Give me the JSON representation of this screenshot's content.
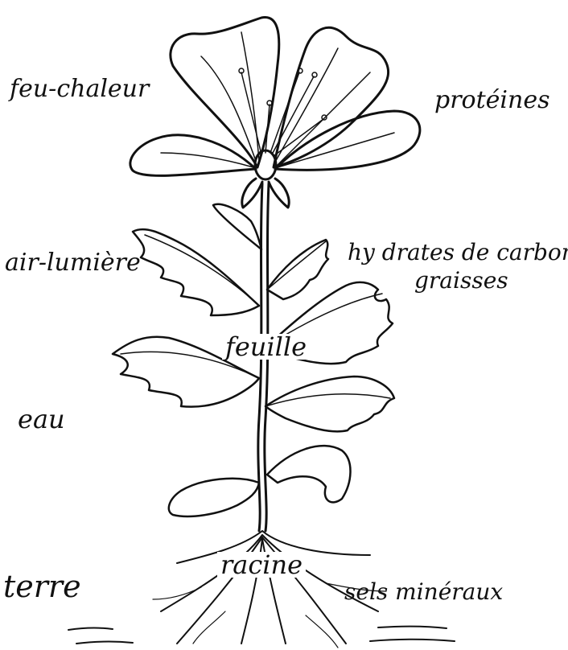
{
  "labels": {
    "top_left": "feu-chaleur",
    "top_right": "protéines",
    "mid_left": "air-lumière",
    "mid_right_1": "hy drates de carbone",
    "mid_right_2": "graisses",
    "center": "feuille",
    "lower_left": "eau",
    "bottom_left": "terre",
    "bottom_center": "racine",
    "bottom_right": "sels minéraux"
  },
  "colors": {
    "ink": "#111111",
    "background": "#ffffff"
  }
}
